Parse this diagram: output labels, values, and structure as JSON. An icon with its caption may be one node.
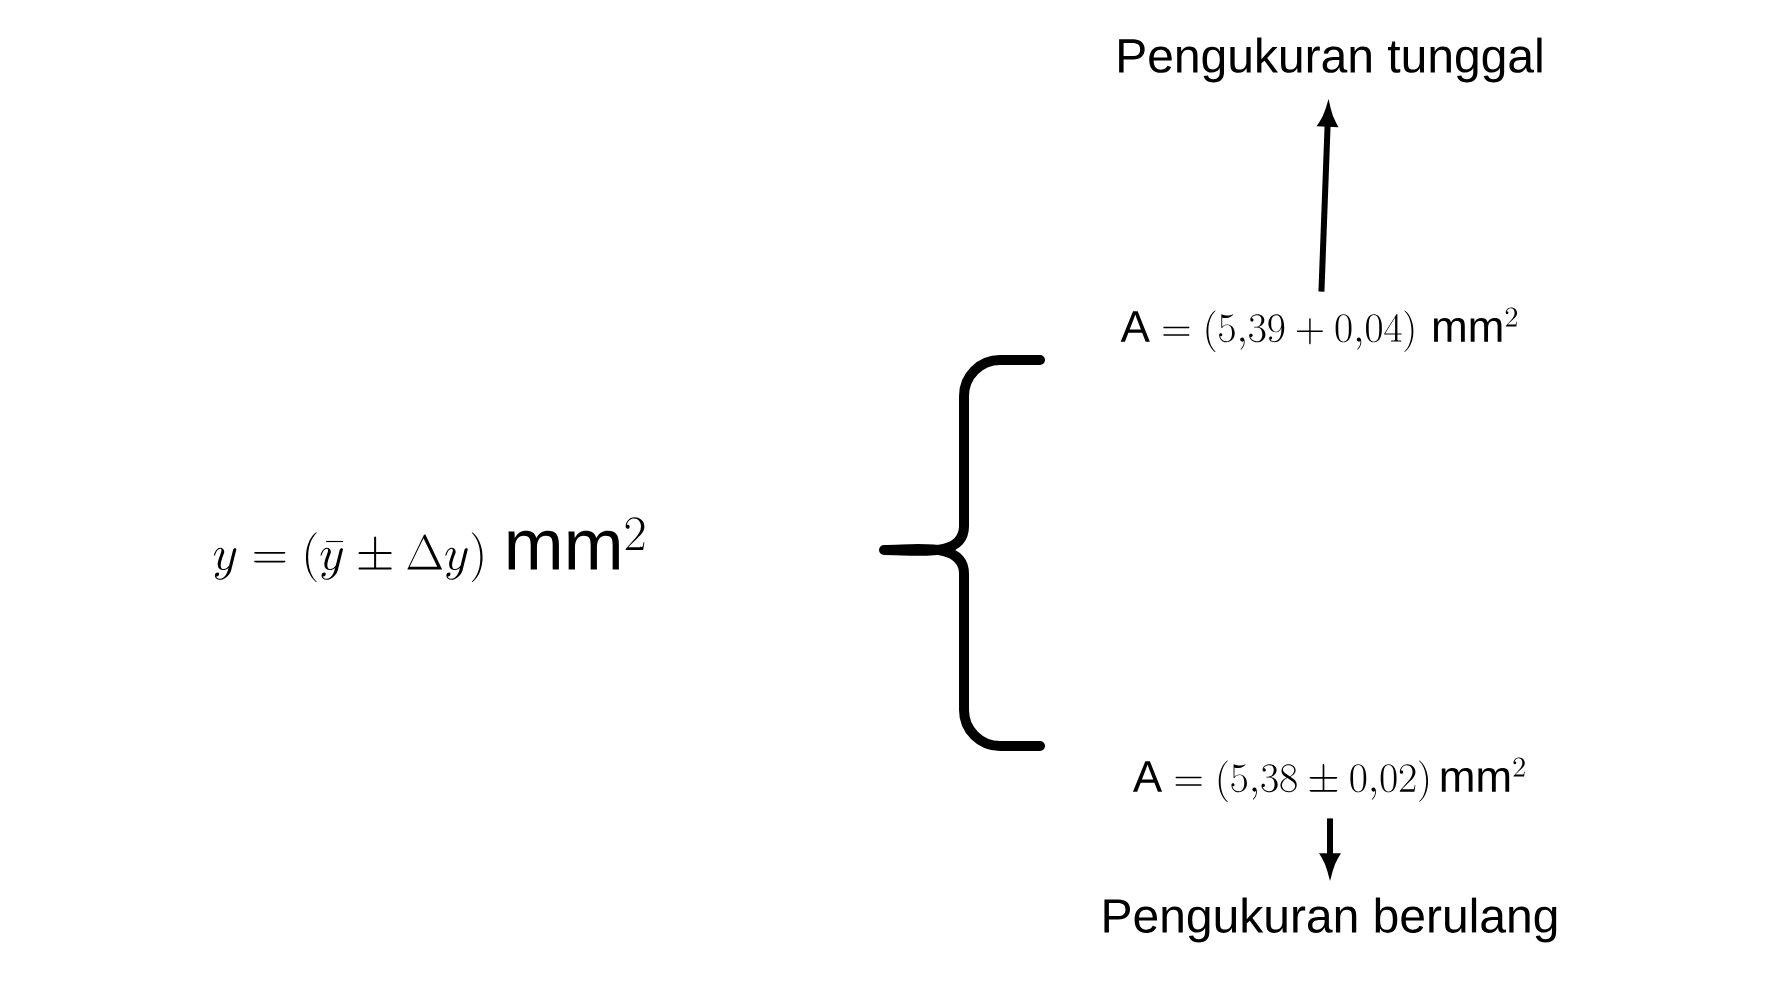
{
  "diagram": {
    "nodes": [
      {
        "text": [
          "y=\\left(\\bar{y} \\pm \\Delta y\\right)\\,\\mathrm{mm}^2"
        ]
      },
      {
        "text": [
          "\\mathrm{A} = \\left(5{,}39 + 0{,}04\\right)\\,\\mathrm{mm}^2"
        ]
      },
      {
        "text": [
          "\\mathrm{A} = \\left(5{,}38 \\pm 0{,}02\\right)\\mathrm{mm}^2"
        ]
      },
      {
        "text": [
          "Pengukuran tunggal"
        ]
      },
      {
        "text": [
          "Pengukuran berulang"
        ]
      }
    ],
    "edges": [
      {
        "from": 1,
        "to": 3,
        "arrow": "to"
      },
      {
        "from": 2,
        "to": 4,
        "arrow": "to"
      }
    ]
  }
}
